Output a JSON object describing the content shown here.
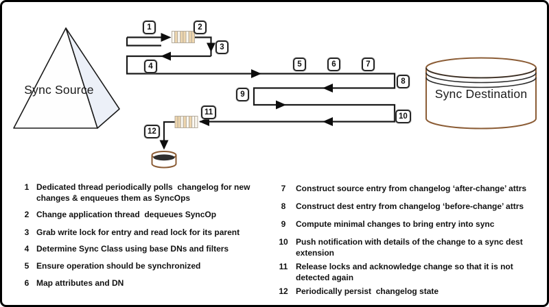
{
  "diagram": {
    "source_label": "Sync Source",
    "destination_label": "Sync Destination"
  },
  "colors": {
    "flow_line": "#1a1a1a",
    "cylinder_outline": "#8b5c35",
    "queue_stripe_tan": "#eed6ae",
    "pyramid_side_face": "#ecf0f8",
    "text": "#111111"
  },
  "steps": [
    {
      "num": "1",
      "text": "Dedicated thread periodically polls  changelog for new changes & enqueues them as SyncOps"
    },
    {
      "num": "2",
      "text": "Change application thread  dequeues SyncOp"
    },
    {
      "num": "3",
      "text": "Grab write lock for entry and read lock for its parent"
    },
    {
      "num": "4",
      "text": "Determine Sync Class using base DNs and filters"
    },
    {
      "num": "5",
      "text": "Ensure operation should be synchronized"
    },
    {
      "num": "6",
      "text": "Map attributes and DN"
    },
    {
      "num": "7",
      "text": "Construct source entry from changelog ‘after-change’ attrs"
    },
    {
      "num": "8",
      "text": "Construct dest entry from changelog ‘before-change’ attrs"
    },
    {
      "num": "9",
      "text": "Compute minimal changes to bring entry into sync"
    },
    {
      "num": "10",
      "text": "Push notification with details of the change to a sync dest extension"
    },
    {
      "num": "11",
      "text": "Release locks and acknowledge change so that it is not detected again"
    },
    {
      "num": "12",
      "text": "Periodically persist  changelog state"
    }
  ]
}
